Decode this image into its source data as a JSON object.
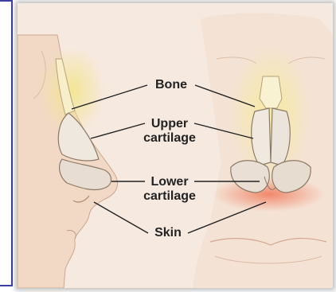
{
  "labels": {
    "bone": "Bone",
    "upper": "Upper",
    "upper2": "cartilage",
    "lower": "Lower",
    "lower2": "cartilage",
    "skin": "Skin"
  }
}
